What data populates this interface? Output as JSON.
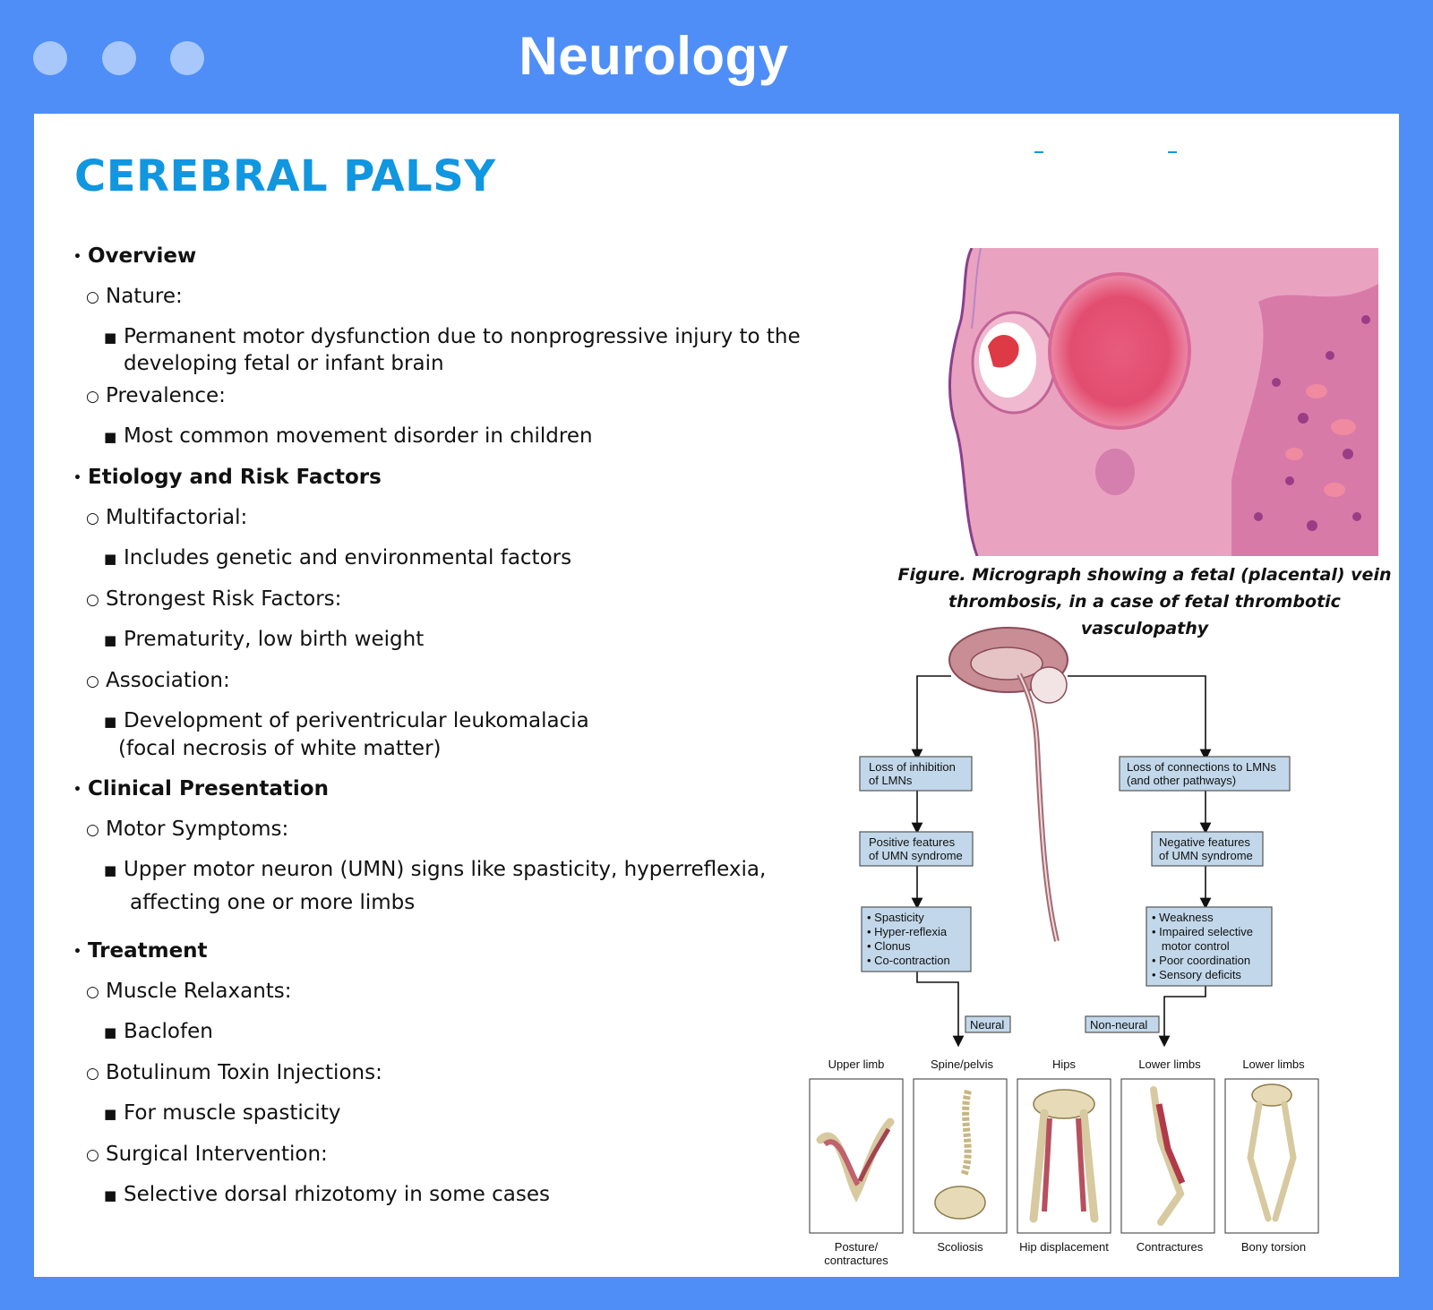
{
  "window": {
    "title": "Neurology"
  },
  "page": {
    "title": "CEREBRAL PALSY"
  },
  "outline": [
    {
      "level": 1,
      "text": "Overview"
    },
    {
      "level": 2,
      "text": "Nature:"
    },
    {
      "level": 3,
      "text": "Permanent motor dysfunction due to nonprogressive injury to the",
      "cont": "developing fetal or infant brain"
    },
    {
      "level": 2,
      "text": "Prevalence:"
    },
    {
      "level": 3,
      "text": "Most common movement disorder in children"
    },
    {
      "level": 1,
      "text": "Etiology and Risk Factors"
    },
    {
      "level": 2,
      "text": "Multifactorial:"
    },
    {
      "level": 3,
      "text": "Includes genetic and environmental factors"
    },
    {
      "level": 2,
      "text": "Strongest Risk Factors:"
    },
    {
      "level": 3,
      "text": "Prematurity, low birth weight"
    },
    {
      "level": 2,
      "text": "Association:"
    },
    {
      "level": 3,
      "text": "Development of periventricular leukomalacia",
      "cont": "(focal necrosis of white matter)"
    },
    {
      "level": 1,
      "text": "Clinical Presentation"
    },
    {
      "level": 2,
      "text": "Motor Symptoms:"
    },
    {
      "level": 3,
      "text": "Upper motor neuron (UMN) signs like spasticity, hyperreflexia,",
      "cont": "affecting one or more limbs"
    },
    {
      "level": 1,
      "text": "Treatment"
    },
    {
      "level": 2,
      "text": "Muscle Relaxants:"
    },
    {
      "level": 3,
      "text": "Baclofen"
    },
    {
      "level": 2,
      "text": "Botulinum Toxin Injections:"
    },
    {
      "level": 3,
      "text": "For muscle spasticity"
    },
    {
      "level": 2,
      "text": "Surgical Intervention:"
    },
    {
      "level": 3,
      "text": "Selective dorsal rhizotomy in some cases"
    }
  ],
  "figure": {
    "caption_line1": "Figure. Micrograph showing a fetal (placental) vein",
    "caption_line2": "thrombosis, in a case of fetal thrombotic vasculopathy"
  },
  "diagram": {
    "left_box1": [
      "Loss of inhibition",
      "of LMNs"
    ],
    "left_box2": [
      "Positive features",
      "of UMN syndrome"
    ],
    "left_box3": [
      "• Spasticity",
      "• Hyper-reflexia",
      "• Clonus",
      "• Co-contraction"
    ],
    "right_box1": [
      "Loss of connections to LMNs",
      "(and other pathways)"
    ],
    "right_box2": [
      "Negative features",
      "of UMN syndrome"
    ],
    "right_box3": [
      "• Weakness",
      "• Impaired selective",
      "   motor control",
      "• Poor coordination",
      "• Sensory deficits"
    ],
    "neural_tag": "Neural",
    "nonneural_tag": "Non-neural",
    "panels": [
      {
        "top": "Upper limb",
        "bottom": [
          "Posture/",
          "contractures"
        ]
      },
      {
        "top": "Spine/pelvis",
        "bottom": [
          "Scoliosis"
        ]
      },
      {
        "top": "Hips",
        "bottom": [
          "Hip displacement"
        ]
      },
      {
        "top": "Lower limbs",
        "bottom": [
          "Contractures"
        ]
      },
      {
        "top": "Lower limbs",
        "bottom": [
          "Bony torsion"
        ]
      }
    ]
  },
  "colors": {
    "frame": "#4f8ef7",
    "title_blue": "#1196e0",
    "box_fill": "#c2d8ea",
    "tissue": "#e79ab8"
  }
}
